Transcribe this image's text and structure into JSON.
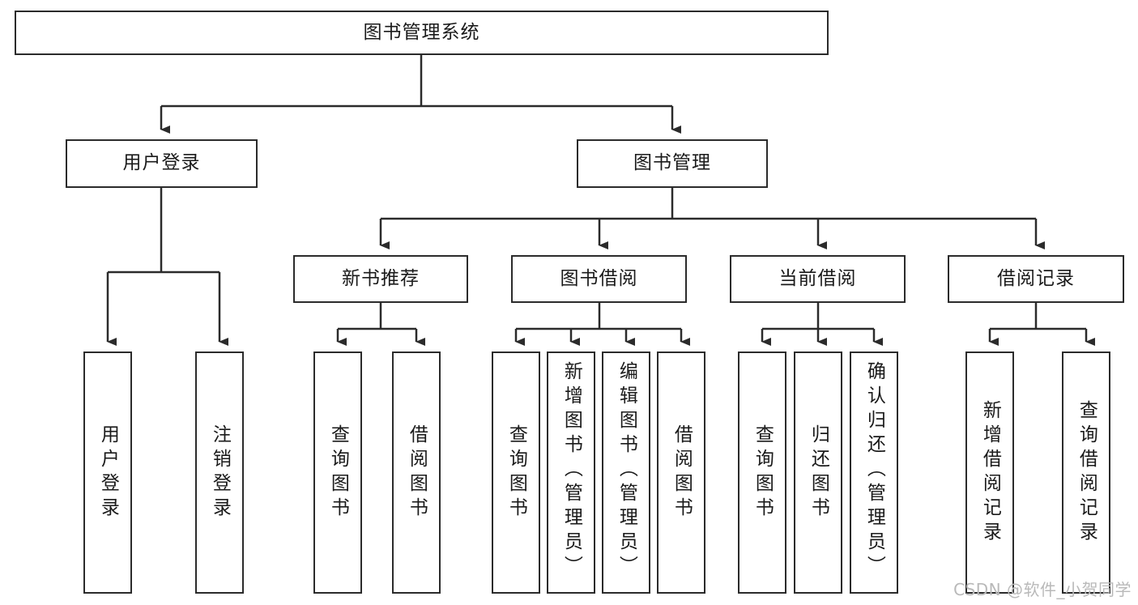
{
  "diagram": {
    "type": "tree",
    "title": "图书管理系统",
    "watermark": "CSDN @软件_小贺同学",
    "colors": {
      "box_border": "#2b2b2b",
      "box_fill": "#ffffff",
      "connector": "#2b2b2b",
      "text": "#1a1a1a",
      "watermark": "#b9b9b9",
      "background": "#ffffff"
    },
    "root": {
      "label": "图书管理系统"
    },
    "level2": [
      {
        "label": "用户登录"
      },
      {
        "label": "图书管理"
      }
    ],
    "level3": [
      {
        "label": "新书推荐"
      },
      {
        "label": "图书借阅"
      },
      {
        "label": "当前借阅"
      },
      {
        "label": "借阅记录"
      }
    ],
    "leaves": {
      "user_login": [
        {
          "label": "用户登录"
        },
        {
          "label": "注销登录"
        }
      ],
      "new_book_recommend": [
        {
          "label": "查询图书"
        },
        {
          "label": "借阅图书"
        }
      ],
      "book_borrow": [
        {
          "label": "查询图书"
        },
        {
          "label": "新增图书（管理员）"
        },
        {
          "label": "编辑图书（管理员）"
        },
        {
          "label": "借阅图书"
        }
      ],
      "current_borrow": [
        {
          "label": "查询图书"
        },
        {
          "label": "归还图书"
        },
        {
          "label": "确认归还（管理员）"
        }
      ],
      "borrow_record": [
        {
          "label": "新增借阅记录"
        },
        {
          "label": "查询借阅记录"
        }
      ]
    }
  }
}
